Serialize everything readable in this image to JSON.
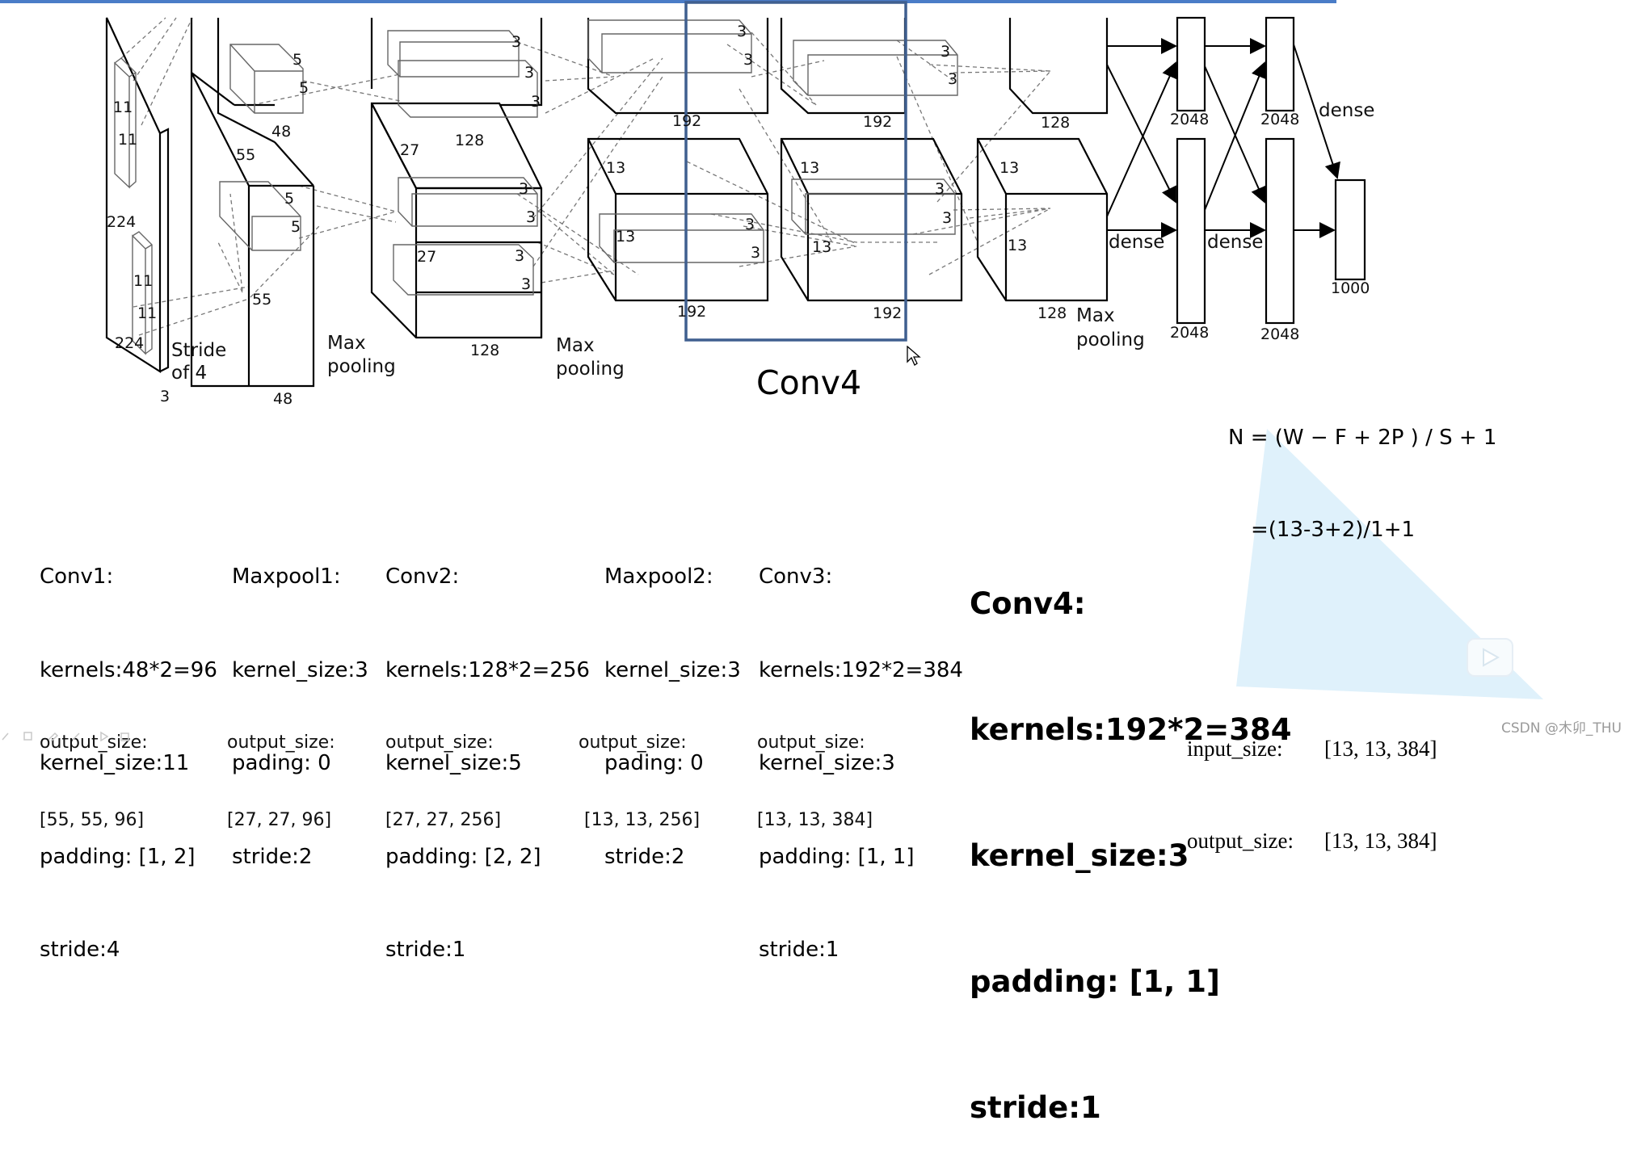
{
  "diagram": {
    "labels": {
      "in_11a": "11",
      "in_11b": "11",
      "in_224v": "224",
      "in_11c": "11",
      "in_11d": "11",
      "in_224h": "224",
      "in_3": "3",
      "in_stride": "Stride",
      "in_of4": "of 4",
      "c1_5a": "5",
      "c1_5b": "5",
      "c1_48top": "48",
      "c1_55": "55",
      "c1_5c": "5",
      "c1_5d": "5",
      "c1_55b": "55",
      "c1_48bot": "48",
      "mp1_max": "Max",
      "mp1_pool": "pooling",
      "c2_3a": "3",
      "c2_3b": "3",
      "c2_3c": "3",
      "c2_128top": "128",
      "c2_27": "27",
      "c2_3d": "3",
      "c2_3e": "3",
      "c2_27b": "27",
      "c2_3f": "3",
      "c2_3g": "3",
      "c2_128bot": "128",
      "mp2_max": "Max",
      "mp2_pool": "pooling",
      "c3_3a": "3",
      "c3_3b": "3",
      "c3_192top": "192",
      "c3_13": "13",
      "c3_13b": "13",
      "c3_3c": "3",
      "c3_3d": "3",
      "c3_192bot": "192",
      "c4_3a": "3",
      "c4_3b": "3",
      "c4_192top": "192",
      "c4_13": "13",
      "c4_13b": "13",
      "c4_3c": "3",
      "c4_3d": "3",
      "c4_192bot": "192",
      "c5_128top": "128",
      "c5_13": "13",
      "c5_13b": "13",
      "c5_128bot": "128",
      "mp3_max": "Max",
      "mp3_pool": "pooling",
      "d_dense1": "dense",
      "d_dense2": "dense",
      "d_dense3": "dense",
      "fc1_top": "2048",
      "fc2_top": "2048",
      "fc1_bot": "2048",
      "fc2_bot": "2048",
      "out_1000": "1000"
    },
    "caption": "Conv4",
    "formula_line1": "N = (W − F + 2P ) / S + 1",
    "formula_line2": "=(13-3+2)/1+1"
  },
  "layers": [
    {
      "lines": [
        "Conv1:",
        "kernels:48*2=96",
        "kernel_size:11",
        "padding: [1, 2]",
        "stride:4"
      ],
      "output_label": "output_size:",
      "output_value": "[55, 55, 96]"
    },
    {
      "lines": [
        "Maxpool1:",
        "kernel_size:3",
        "pading: 0",
        "stride:2"
      ],
      "output_label": "output_size:",
      "output_value": "[27, 27, 96]"
    },
    {
      "lines": [
        "Conv2:",
        "kernels:128*2=256",
        "kernel_size:5",
        "padding: [2, 2]",
        "stride:1"
      ],
      "output_label": "output_size:",
      "output_value": "[27, 27, 256]"
    },
    {
      "lines": [
        "Maxpool2:",
        "kernel_size:3",
        "pading: 0",
        "stride:2"
      ],
      "output_label": "output_size:",
      "output_value": " [13, 13, 256]"
    },
    {
      "lines": [
        "Conv3:",
        "kernels:192*2=384",
        "kernel_size:3",
        "padding: [1, 1]",
        "stride:1"
      ],
      "output_label": "output_size:",
      "output_value": "[13, 13, 384]"
    }
  ],
  "conv4": {
    "lines": [
      "Conv4:",
      "kernels:192*2=384",
      "kernel_size:3",
      "padding: [1, 1]",
      "stride:1"
    ],
    "input_label": "input_size:",
    "input_value": "[13, 13, 384]",
    "output_label": "output_size:",
    "output_value": "[13, 13, 384]"
  },
  "watermark": "CSDN @木卯_THU",
  "colors": {
    "highlight_box": "#3f5f8f",
    "top_bar": "#4a7cc7",
    "triangle": "#dff1fb"
  },
  "icons": {
    "play": "play-icon",
    "cursor": "mouse-cursor-icon"
  }
}
